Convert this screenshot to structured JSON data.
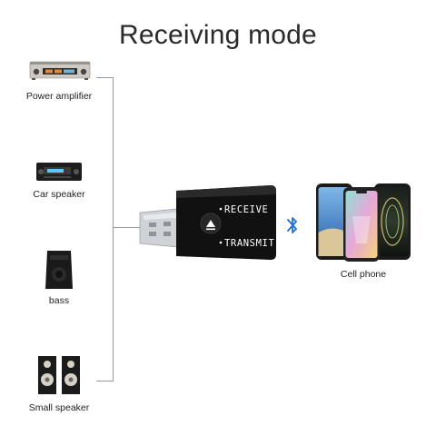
{
  "title": "Receiving mode",
  "devices": [
    {
      "label": "Power amplifier",
      "icon": "power-amplifier-icon"
    },
    {
      "label": "Car speaker",
      "icon": "car-stereo-icon"
    },
    {
      "label": "bass",
      "icon": "subwoofer-icon"
    },
    {
      "label": "Small speaker",
      "icon": "speaker-pair-icon"
    }
  ],
  "dongle": {
    "receive_label": "RECEIVE",
    "transmit_label": "TRANSMIT",
    "button_icon": "mode-switch-icon",
    "body_color": "#111111"
  },
  "connection_icon": "bluetooth-icon",
  "bluetooth_color": "#1f6fd1",
  "target": {
    "label": "Cell phone",
    "icon": "smartphones-icon"
  }
}
